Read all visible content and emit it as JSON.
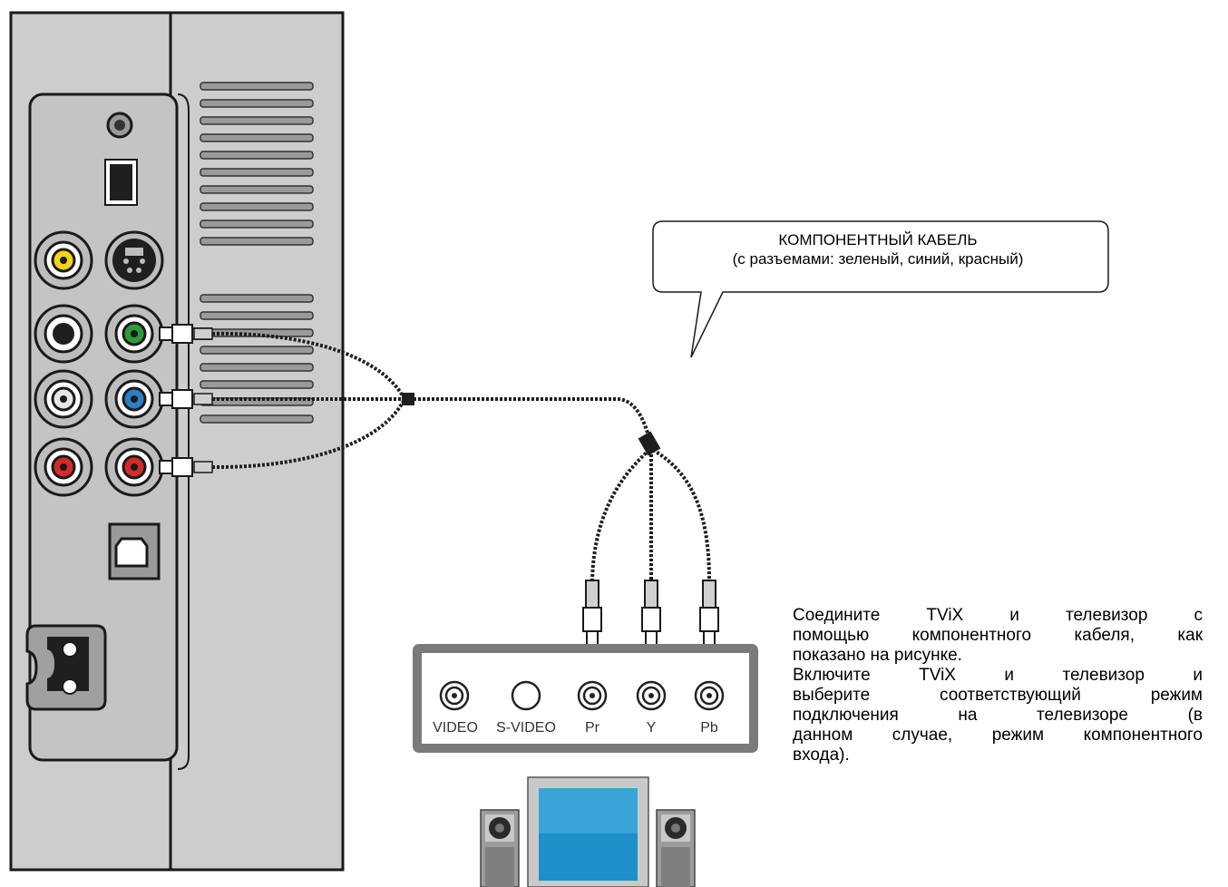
{
  "callout": {
    "line1": "КОМПОНЕНТНЫЙ КАБЕЛЬ",
    "line2": "(с разъемами: зеленый, синий, красный)"
  },
  "tv_panel": {
    "ports": [
      "VIDEO",
      "S-VIDEO",
      "Pr",
      "Y",
      "Pb"
    ]
  },
  "instructions": {
    "lines": [
      "Соедините TViX и телевизор с",
      "помощью компонентного кабеля, как",
      "показано на рисунке.",
      "Включите TViX и телевизор и",
      "выберите соответствующий режим",
      "подключения на телевизоре (в",
      "данном случае, режим компонентного",
      "входа)."
    ]
  },
  "colors": {
    "green_jack": "#2e9a3a",
    "blue_jack": "#2b7fc4",
    "red_jack": "#d42a2a",
    "yellow_jack": "#f2d21b",
    "panel_gray": "#cfcfcf",
    "cable": "#1e1e1e"
  }
}
